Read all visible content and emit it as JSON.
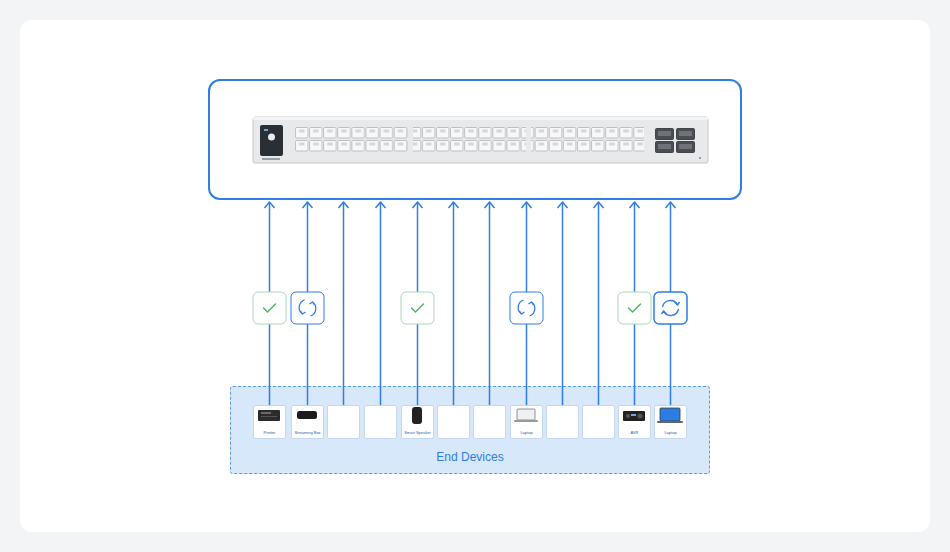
{
  "diagram": {
    "nodes": [
      {
        "text": []
      },
      {
        "text": [
          "End Devices"
        ]
      },
      {
        "text": [
          "Printer"
        ],
        "in": 1
      },
      {
        "text": [
          "Streaming Box"
        ],
        "in": 1
      },
      {
        "text": [],
        "in": 1
      },
      {
        "text": [],
        "in": 1
      },
      {
        "text": [
          "Smart Speaker"
        ],
        "in": 1
      },
      {
        "text": [],
        "in": 1
      },
      {
        "text": [],
        "in": 1
      },
      {
        "text": [
          "Laptop"
        ],
        "in": 1
      },
      {
        "text": [],
        "in": 1
      },
      {
        "text": [],
        "in": 1
      },
      {
        "text": [
          "AVR"
        ],
        "in": 1
      },
      {
        "text": [
          "Laptop"
        ],
        "in": 1
      }
    ],
    "edges": [
      {
        "from": 2,
        "to": 0,
        "arrow": "to"
      },
      {
        "from": 3,
        "to": 0,
        "arrow": "to"
      },
      {
        "from": 4,
        "to": 0,
        "arrow": "to"
      },
      {
        "from": 5,
        "to": 0,
        "arrow": "to"
      },
      {
        "from": 6,
        "to": 0,
        "arrow": "to"
      },
      {
        "from": 7,
        "to": 0,
        "arrow": "to"
      },
      {
        "from": 8,
        "to": 0,
        "arrow": "to"
      },
      {
        "from": 9,
        "to": 0,
        "arrow": "to"
      },
      {
        "from": 10,
        "to": 0,
        "arrow": "to"
      },
      {
        "from": 11,
        "to": 0,
        "arrow": "to"
      },
      {
        "from": 12,
        "to": 0,
        "arrow": "to"
      },
      {
        "from": 13,
        "to": 0,
        "arrow": "to"
      }
    ]
  }
}
